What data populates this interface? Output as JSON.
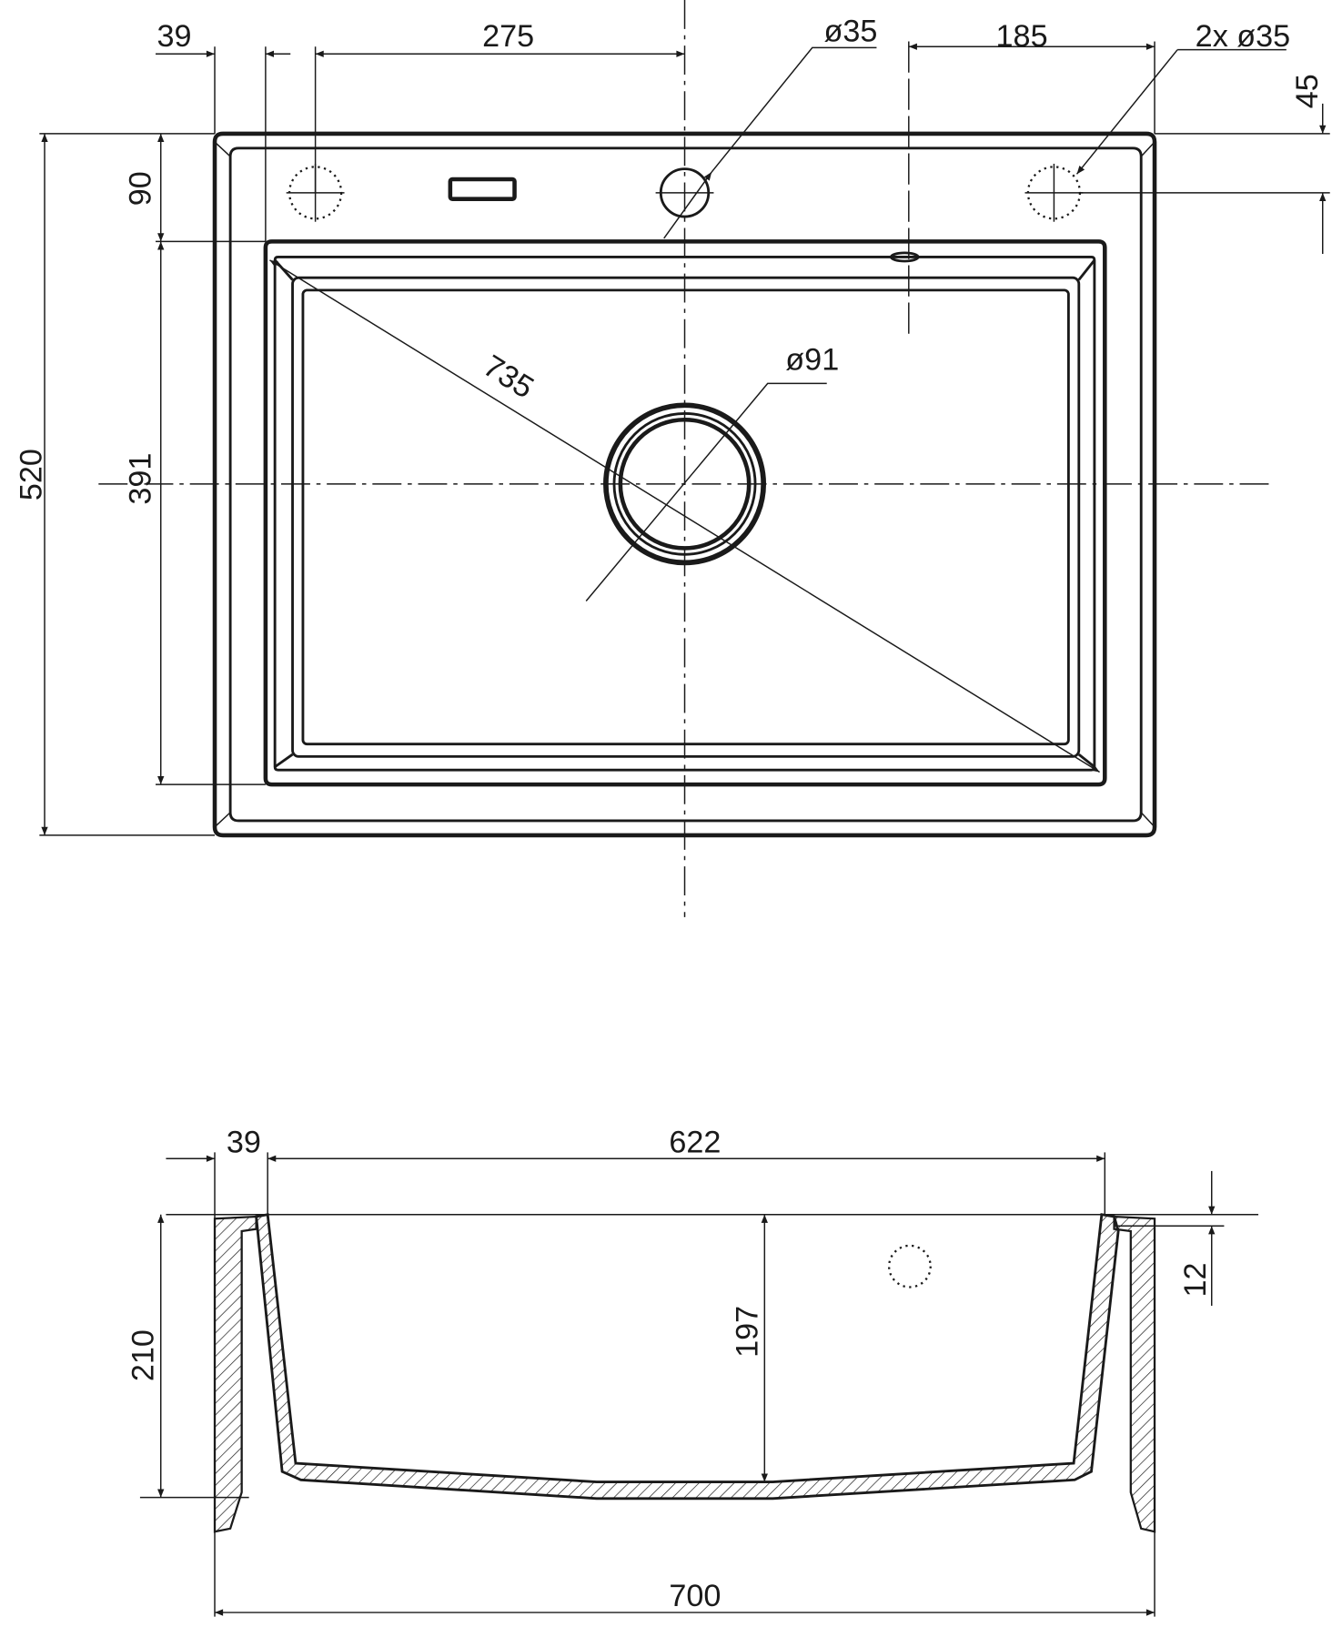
{
  "drawing": {
    "top_view": {
      "dim_rim_left": "39",
      "dim_tap_to_center": "275",
      "dim_hole_main": "ø35",
      "dim_hole_spacing": "185",
      "dim_holes_side": "2x ø35",
      "dim_hole_offset": "45",
      "dim_overall_depth": "520",
      "dim_hole_row": "90",
      "dim_bowl_depth": "391",
      "dim_diagonal": "735",
      "dim_drain": "ø91"
    },
    "section_view": {
      "dim_rim_left": "39",
      "dim_bowl_width": "622",
      "dim_total_height": "210",
      "dim_bowl_height": "197",
      "dim_rim_thickness": "12",
      "dim_overall_width": "700"
    }
  }
}
